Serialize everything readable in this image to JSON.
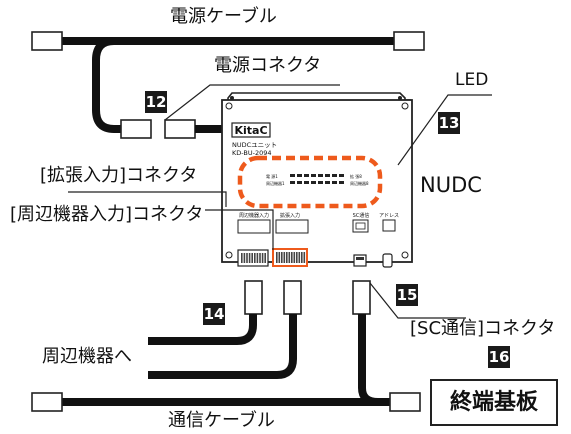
{
  "labels": {
    "power_cable": "電源ケーブル",
    "power_connector": "電源コネクタ",
    "led": "LED",
    "nudc": "NUDC",
    "ext_input_connector": "[拡張入力]コネクタ",
    "peripheral_input_connector": "[周辺機器入力]コネクタ",
    "to_peripherals": "周辺機器へ",
    "sc_comm_connector": "[SC通信]コネクタ",
    "comm_cable": "通信ケーブル",
    "terminator_board": "終端基板"
  },
  "badges": [
    "12",
    "13",
    "14",
    "15",
    "16"
  ],
  "device": {
    "brand": "KitaC",
    "unit_name": "NUDCユニット",
    "model": "KD-BU-2094",
    "port_labels": {
      "peripheral_input": "周辺機器入力",
      "ext_input": "拡張入力",
      "sc_comm": "SC通信",
      "address": "アドレス"
    },
    "led_labels": {
      "left_top": "電 源1",
      "left_bottom": "周辺機器1",
      "right_top": "拡 張8",
      "right_bottom": "周辺機器8"
    }
  },
  "colors": {
    "cable": "#111111",
    "led_highlight": "#ee5a1c",
    "badge_bg": "#1a1a1a"
  }
}
